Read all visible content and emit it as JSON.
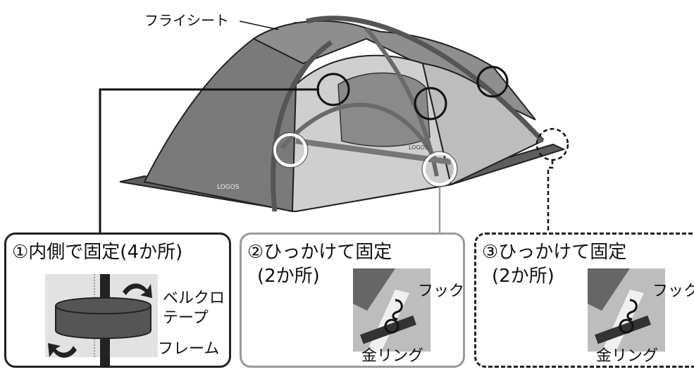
{
  "labels": {
    "flysheet": "フライシート",
    "panel1_title": "①内側で固定(4か所)",
    "panel2_title": "②ひっかけて固定",
    "panel2_sub": "(2か所)",
    "panel3_title": "③ひっかけて固定",
    "panel3_sub": "(2か所)",
    "velcro_line1": "ベルクロ",
    "velcro_line2": "テープ",
    "frame": "フレーム",
    "hook": "フック",
    "metal_ring": "金リング",
    "brand": "LOGOS"
  },
  "colors": {
    "tent_dark": "#6f6f6f",
    "tent_mid": "#9a9a9a",
    "tent_light": "#c9c9c9",
    "tent_lighter": "#dcdcdc",
    "outline": "#222222",
    "highlight_ring_white": "#ffffff",
    "panel2_border": "#9a9a9a"
  }
}
